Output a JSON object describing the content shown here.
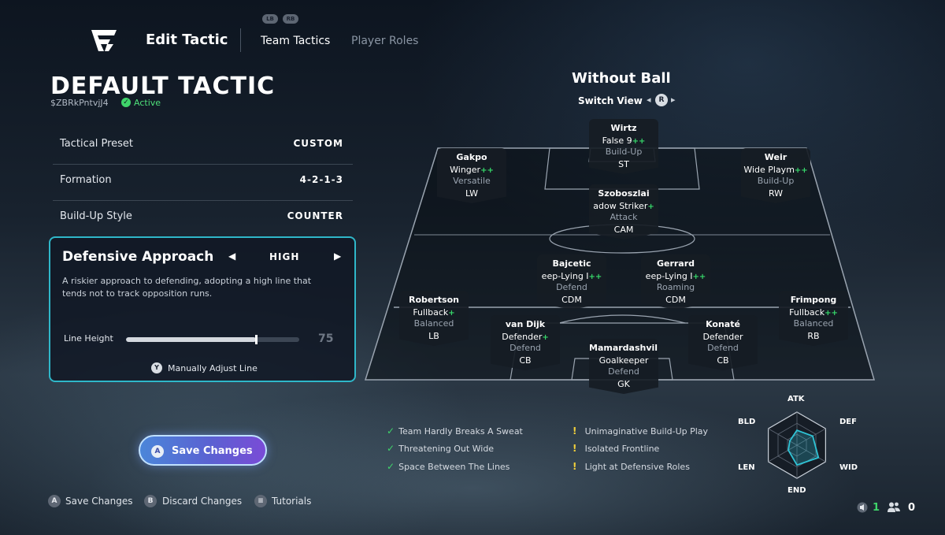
{
  "header": {
    "title": "Edit Tactic",
    "bumper_left": "LB",
    "bumper_right": "RB",
    "tabs": [
      {
        "label": "Team Tactics",
        "active": true
      },
      {
        "label": "Player Roles",
        "active": false
      }
    ]
  },
  "tactic": {
    "name": "DEFAULT TACTIC",
    "code": "$ZBRkPntvjJ4",
    "status": "Active",
    "status_color": "#3fd46a"
  },
  "settings": [
    {
      "label": "Tactical Preset",
      "value": "CUSTOM"
    },
    {
      "label": "Formation",
      "value": "4-2-1-3"
    },
    {
      "label": "Build-Up Style",
      "value": "COUNTER"
    }
  ],
  "defensive_approach": {
    "title": "Defensive Approach",
    "value": "HIGH",
    "left_arrow": "◀",
    "right_arrow": "▶",
    "description": "A riskier approach to defending, adopting a high line that tends not to track opposition runs.",
    "line_height_label": "Line Height",
    "line_height_value": "75",
    "line_height_fraction": 0.75,
    "manual_button": "Y",
    "manual_label": "Manually Adjust Line"
  },
  "save_button": {
    "icon": "A",
    "label": "Save Changes"
  },
  "footer": [
    {
      "button": "A",
      "label": "Save Changes"
    },
    {
      "button": "B",
      "label": "Discard Changes"
    },
    {
      "button": "≡",
      "label": "Tutorials"
    }
  ],
  "view": {
    "title": "Without Ball",
    "switch_label": "Switch View",
    "switch_button": "R"
  },
  "players": [
    {
      "name": "Wirtz",
      "role": "False 9",
      "plus": "++",
      "focus": "Build-Up",
      "position": "ST"
    },
    {
      "name": "Gakpo",
      "role": "Winger",
      "plus": "++",
      "focus": "Versatile",
      "position": "LW"
    },
    {
      "name": "Weir",
      "role": "Wide Playm",
      "plus": "++",
      "focus": "Build-Up",
      "position": "RW"
    },
    {
      "name": "Szoboszlai",
      "role": "adow Striker",
      "plus": "+",
      "focus": "Attack",
      "position": "CAM"
    },
    {
      "name": "Bajcetic",
      "role": "eep-Lying I",
      "plus": "++",
      "focus": "Defend",
      "position": "CDM"
    },
    {
      "name": "Gerrard",
      "role": "eep-Lying I",
      "plus": "++",
      "focus": "Roaming",
      "position": "CDM"
    },
    {
      "name": "Robertson",
      "role": "Fullback",
      "plus": "+",
      "focus": "Balanced",
      "position": "LB"
    },
    {
      "name": "Frimpong",
      "role": "Fullback",
      "plus": "++",
      "focus": "Balanced",
      "position": "RB"
    },
    {
      "name": "van Dijk",
      "role": "Defender",
      "plus": "+",
      "focus": "Defend",
      "position": "CB"
    },
    {
      "name": "Konaté",
      "role": "Defender",
      "plus": "",
      "focus": "Defend",
      "position": "CB"
    },
    {
      "name": "Mamardashvili",
      "role": "Goalkeeper",
      "plus": "",
      "focus": "Defend",
      "position": "GK"
    }
  ],
  "strengths": [
    "Team Hardly Breaks A Sweat",
    "Threatening Out Wide",
    "Space Between The Lines"
  ],
  "weaknesses": [
    "Unimaginative Build-Up Play",
    "Isolated Frontline",
    "Light at Defensive Roles"
  ],
  "radar": {
    "labels": [
      "ATK",
      "DEF",
      "WID",
      "END",
      "LEN",
      "BLD"
    ],
    "values": [
      0.45,
      0.55,
      0.75,
      0.6,
      0.3,
      0.25
    ],
    "accent": "#2fc4d6"
  },
  "counters": [
    {
      "icon": "speaker-icon",
      "value": "1",
      "color": "#3fd46a"
    },
    {
      "icon": "group-icon",
      "value": "0",
      "color": "#ffffff"
    }
  ]
}
